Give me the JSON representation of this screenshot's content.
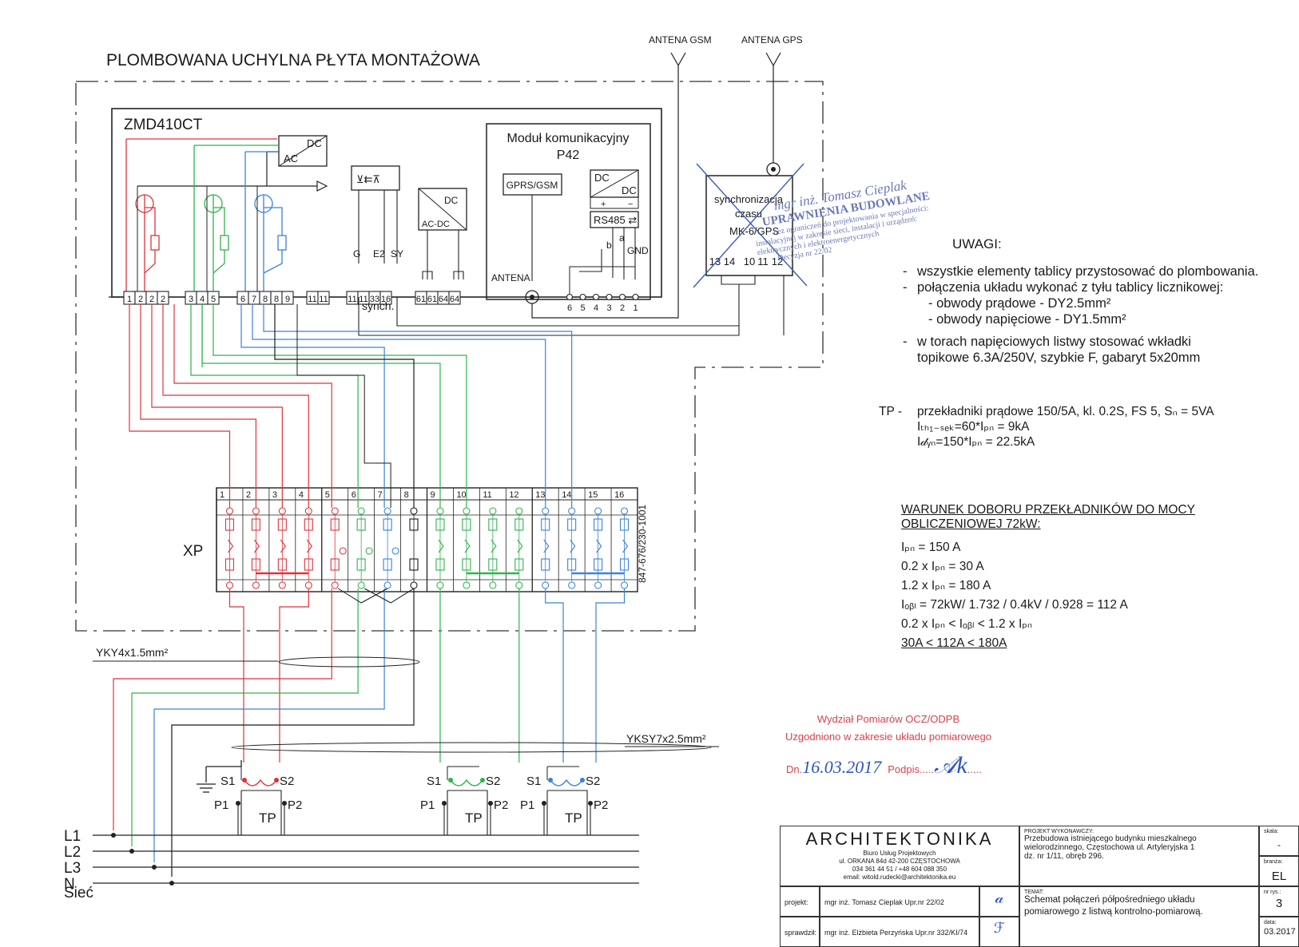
{
  "title": "PLOMBOWANA UCHYLNA PŁYTA MONTAŻOWA",
  "meter": {
    "name": "ZMD410CT",
    "psu_ac": "AC",
    "psu_dc": "DC",
    "acdc_dc": "DC",
    "acdc_ac": "AC-DC",
    "synch_label": "synch.",
    "synch_pins": [
      "G",
      "E2",
      "SY"
    ],
    "terminals": [
      "1",
      "2",
      "2",
      "2",
      "3",
      "4",
      "5",
      "6",
      "7",
      "8",
      "8",
      "9",
      "11",
      "11",
      "11",
      "11",
      "33",
      "16",
      "61",
      "61",
      "64",
      "64"
    ]
  },
  "module": {
    "title1": "Moduł komunikacyjny",
    "title2": "P42",
    "gprs": "GPRS/GSM",
    "dcdc_a": "DC",
    "dcdc_b": "DC",
    "rs485": "RS485 ⇄",
    "pins_ab": [
      "b",
      "a"
    ],
    "gnd": "GND",
    "antenna": "ANTENA",
    "pins": [
      "6",
      "5",
      "4",
      "3",
      "2",
      "1"
    ]
  },
  "antennas": {
    "gsm": "ANTENA GSM",
    "gps": "ANTENA GPS"
  },
  "sync": {
    "line1": "synchronizacja",
    "line2": "czasu",
    "line3": "MK-6/GPS",
    "pins": [
      "13",
      "14",
      "10",
      "11",
      "12"
    ]
  },
  "signature": {
    "name": "mgr inż. Tomasz Cieplak",
    "title": "UPRAWNIENIA BUDOWLANE",
    "l1": "bez ograniczeń do projektowania w specjalności:",
    "l2": "instalacyjnej w zakresie sieci, instalacji i urządzeń:",
    "l3": "elektrycznych i elektroenergetycznych",
    "l4": "Decyzja nr 22/02"
  },
  "notes": {
    "header": "UWAGI:",
    "items": [
      "wszystkie elementy tablicy przystosować do plombowania.",
      "połączenia układu wykonać z tyłu tablicy licznikowej:"
    ],
    "sub": [
      "- obwody prądowe - DY2.5mm²",
      "- obwody napięciowe - DY1.5mm²"
    ],
    "item3a": "w torach napięciowych listwy stosować wkładki",
    "item3b": "topikowe 6.3A/250V, szybkie F, gabaryt 5x20mm"
  },
  "tp_note": {
    "label": "TP -",
    "l1": "przekładniki prądowe 150/5A, kl. 0.2S, FS 5, Sₙ = 5VA",
    "l2": "Iₜₕ₁₋ₛₑₖ=60*Iₚₙ = 9kA",
    "l3": "I𝒹ᵧₙ=150*Iₚₙ = 22.5kA"
  },
  "condition": {
    "head1": "WARUNEK DOBORU PRZEKŁADNIKÓW DO MOCY",
    "head2": "OBLICZENIOWEJ 72kW:",
    "l1": "Iₚₙ = 150 A",
    "l2": "0.2 x Iₚₙ = 30 A",
    "l3": "1.2 x Iₚₙ = 180 A",
    "l4": "Iₒᵦₗ = 72kW/ 1.732 / 0.4kV / 0.928 = 112 A",
    "l5": "0.2 x Iₚₙ  < Iₒᵦₗ < 1.2 x Iₚₙ",
    "l6": "30A < 112A < 180A"
  },
  "strip": {
    "label": "XP",
    "code": "847-676/230-1001",
    "numbers": [
      "1",
      "2",
      "3",
      "4",
      "5",
      "6",
      "7",
      "8",
      "9",
      "10",
      "11",
      "12",
      "13",
      "14",
      "15",
      "16"
    ]
  },
  "cables": {
    "c1": "YKY4x1.5mm²",
    "c2": "YKSY7x2.5mm²"
  },
  "ct": {
    "s1": "S1",
    "s2": "S2",
    "p1": "P1",
    "p2": "P2",
    "tp": "TP"
  },
  "lines": [
    "L1",
    "L2",
    "L3",
    "N"
  ],
  "network": "Sieć",
  "approval": {
    "l1": "Wydział Pomiarów OCZ/ODPB",
    "l2": "Uzgodniono w zakresie układu pomiarowego",
    "dn": "Dn.",
    "date": "16.03.2017",
    "podpis": "Podpis"
  },
  "titleblock": {
    "logo": "ARCHITEKTONIKA",
    "firm1": "Biuro Usług Projektowych",
    "firm2": "ul. ORKANA 84d 42-200 CZĘSTOCHOWA",
    "firm3": "034 361 44 51 / +48 604 088 350",
    "firm4": "email: witold.rudecki@architektonika.eu",
    "proj_head": "PROJEKT WYKONAWCZY:",
    "proj_l1": "Przebudowa istniejącego budynku mieszkalnego",
    "proj_l2": "wielorodzinnego, Częstochowa ul. Artyleryjska 1",
    "proj_l3": "dz. nr 1/11, obręb 296.",
    "temat_head": "TEMAT:",
    "temat_l1": "Schemat połączeń półpośredniego układu",
    "temat_l2": "pomiarowego z listwą kontrolno-pomiarową.",
    "projekt_lbl": "projekt:",
    "projekt_val": "mgr inż. Tomasz Cieplak Upr.nr 22/02",
    "spr_lbl": "sprawdził:",
    "spr_val": "mgr inż. Elżbieta Perzyńska Upr.nr 332/KI/74",
    "skala_lbl": "skala:",
    "skala_val": "-",
    "branza_lbl": "branża:",
    "branza_val": "EL",
    "nr_lbl": "nr rys.:",
    "nr_val": "3",
    "data_lbl": "data:",
    "data_val": "03.2017"
  },
  "colors": {
    "l1": "#e0323c",
    "l2": "#2fb34a",
    "l3": "#3a82d8",
    "ink": "#1a1a1a",
    "stamp_red": "#d9414a",
    "stamp_blue": "#2b55c0"
  }
}
